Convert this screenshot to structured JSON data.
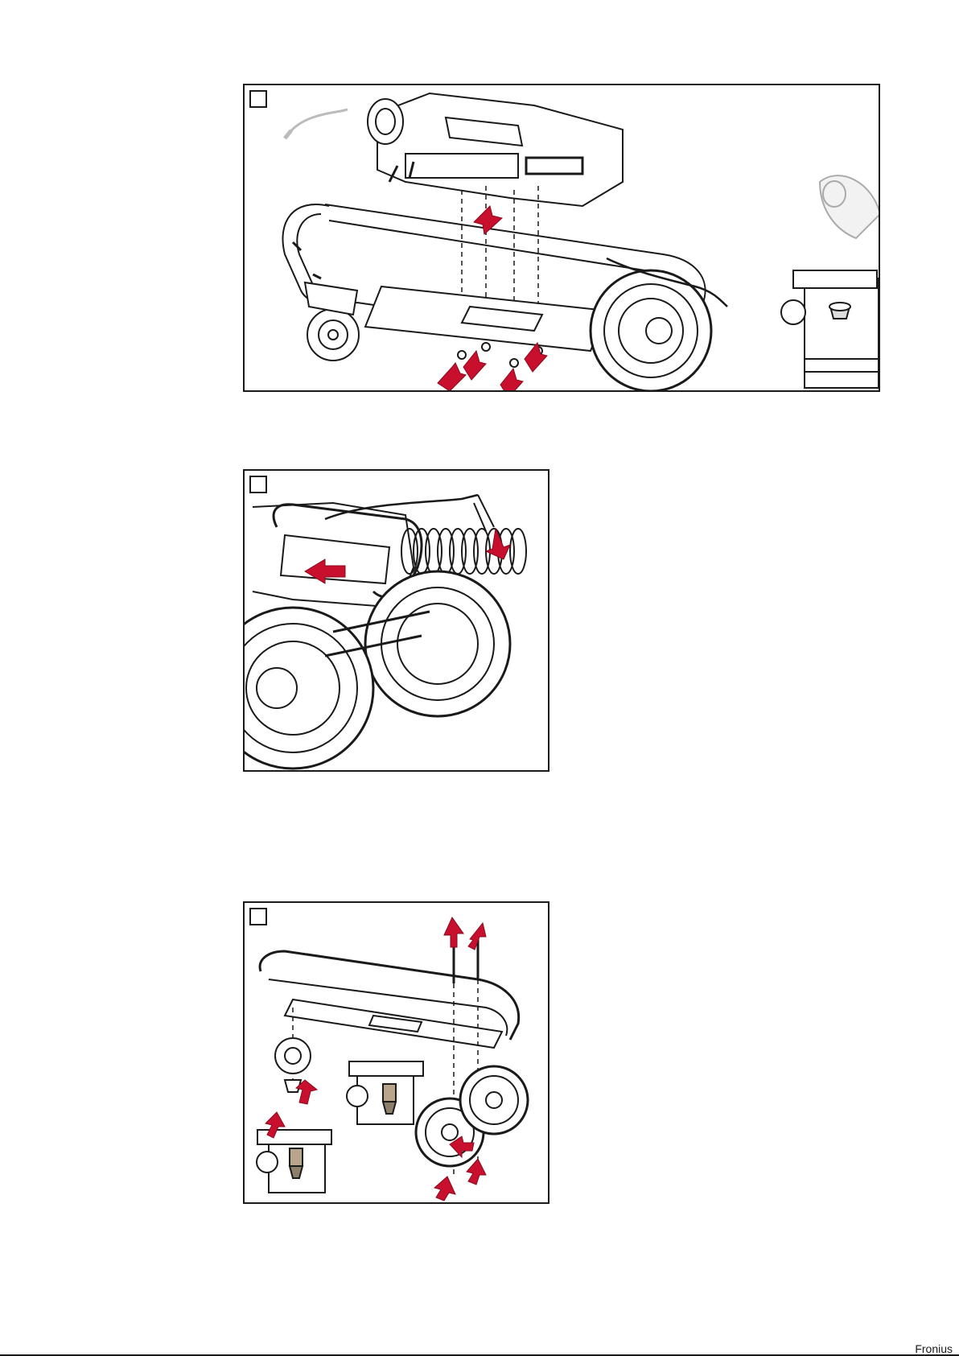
{
  "figures": [
    {
      "id": "fig1",
      "step_label": ""
    },
    {
      "id": "fig2",
      "step_label": ""
    },
    {
      "id": "fig3",
      "step_label": ""
    }
  ],
  "callouts": [
    {
      "id": "fig1-detail",
      "label": ""
    },
    {
      "id": "fig3-detail-a",
      "label": ""
    },
    {
      "id": "fig3-detail-b",
      "label": ""
    }
  ],
  "footer": {
    "page_text": "Fronius"
  },
  "colors": {
    "arrow": "#c8102e",
    "line": "#1a1a1a",
    "shade": "#d9d9d9"
  }
}
